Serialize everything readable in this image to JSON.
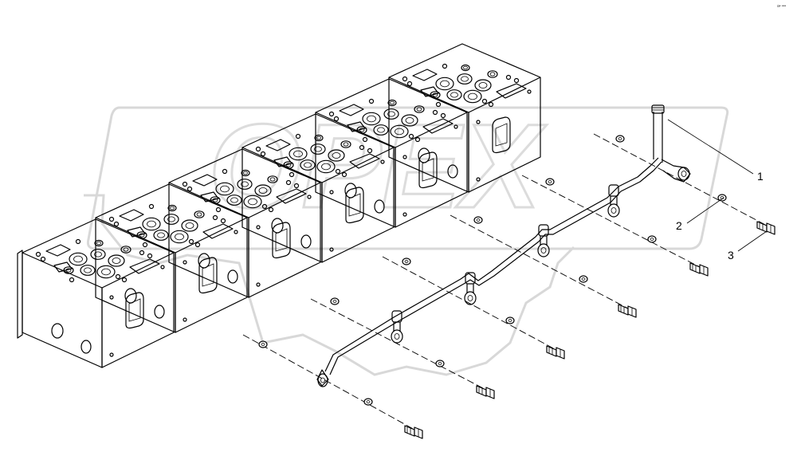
{
  "diagram": {
    "corner_mark": "a• •••",
    "callouts": [
      {
        "id": "1",
        "label": "1"
      },
      {
        "id": "2",
        "label": "2"
      },
      {
        "id": "3",
        "label": "3"
      }
    ],
    "watermark_text": "OPEX",
    "colors": {
      "line": "#000000",
      "background": "#ffffff",
      "watermark": "#d8d8d8"
    }
  }
}
